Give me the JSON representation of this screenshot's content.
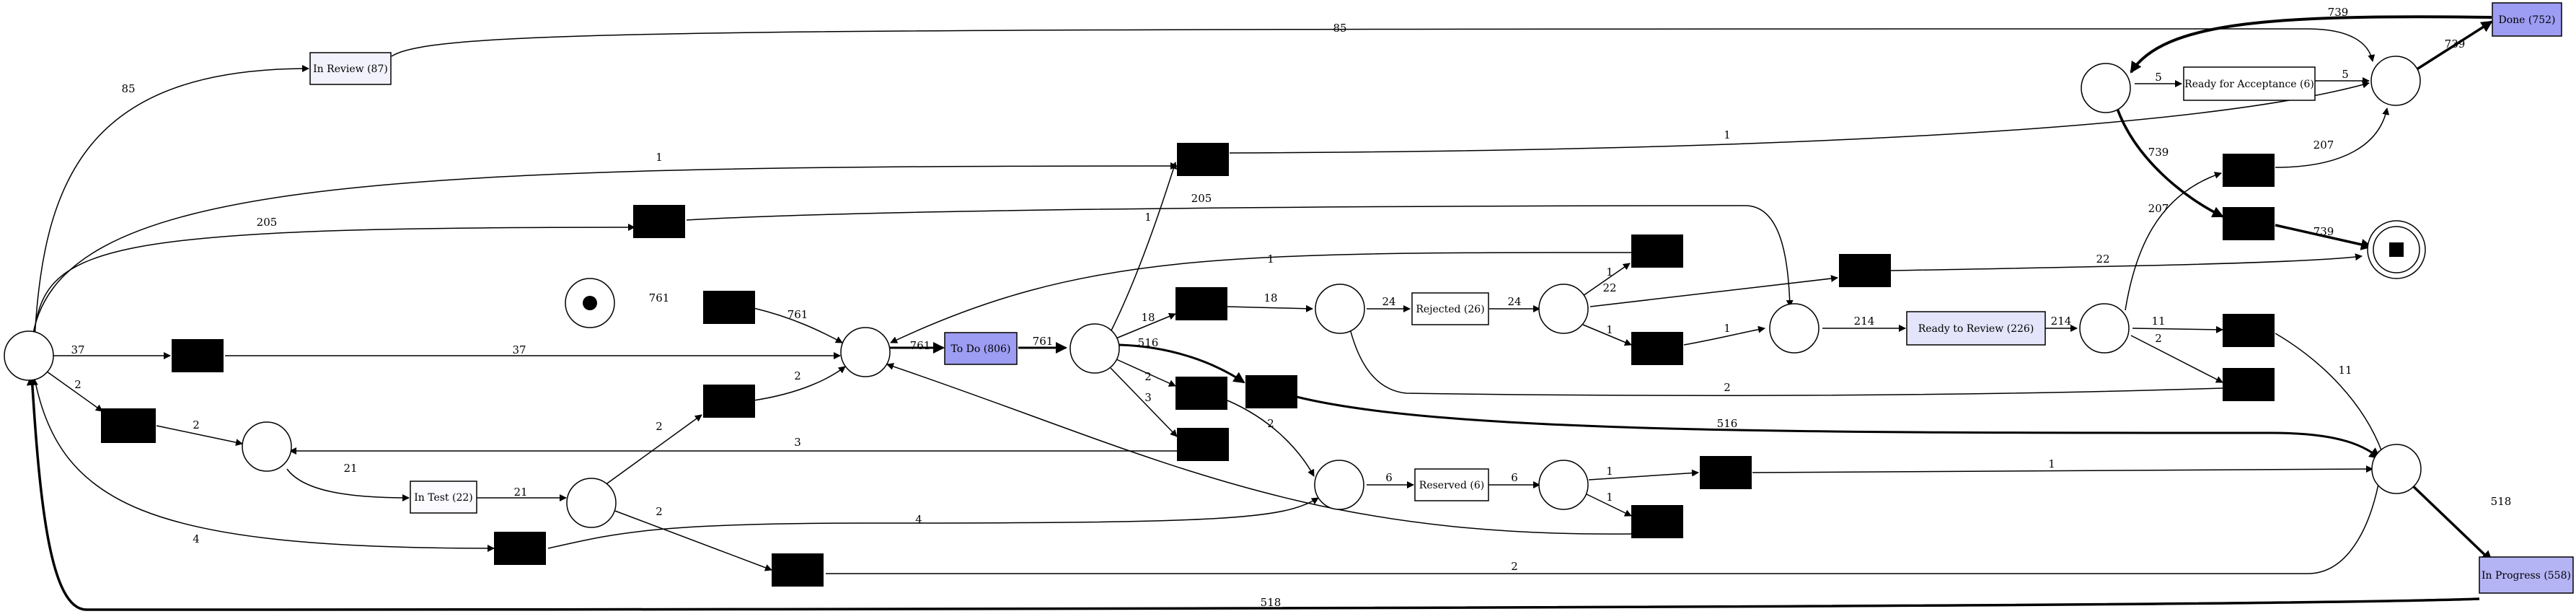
{
  "boxes": [
    {
      "id": "inreview",
      "label": "In Review (87)",
      "fill": "#f2f2fc"
    },
    {
      "id": "todo",
      "label": "To Do (806)",
      "fill": "#9d9df3"
    },
    {
      "id": "intest",
      "label": "In Test (22)",
      "fill": "#fafaff"
    },
    {
      "id": "rejected",
      "label": "Rejected (26)",
      "fill": "#ffffff"
    },
    {
      "id": "reserved",
      "label": "Reserved (6)",
      "fill": "#ffffff"
    },
    {
      "id": "readyreview",
      "label": "Ready to Review (226)",
      "fill": "#e4e4fa"
    },
    {
      "id": "readyaccept",
      "label": "Ready for Acceptance (6)",
      "fill": "#ffffff"
    },
    {
      "id": "done",
      "label": "Done (752)",
      "fill": "#9d9df3"
    },
    {
      "id": "inprogress",
      "label": "In Progress (558)",
      "fill": "#b4b4f5"
    }
  ],
  "edge_labels": [
    {
      "id": "a",
      "text": "85"
    },
    {
      "id": "b",
      "text": "85"
    },
    {
      "id": "c",
      "text": "1"
    },
    {
      "id": "d",
      "text": "1"
    },
    {
      "id": "e",
      "text": "205"
    },
    {
      "id": "f",
      "text": "205"
    },
    {
      "id": "g",
      "text": "761"
    },
    {
      "id": "h",
      "text": "761"
    },
    {
      "id": "i",
      "text": "761"
    },
    {
      "id": "j",
      "text": "761"
    },
    {
      "id": "k",
      "text": "37"
    },
    {
      "id": "l",
      "text": "37"
    },
    {
      "id": "m",
      "text": "2"
    },
    {
      "id": "n",
      "text": "2"
    },
    {
      "id": "o",
      "text": "21"
    },
    {
      "id": "p",
      "text": "21"
    },
    {
      "id": "q",
      "text": "2"
    },
    {
      "id": "r",
      "text": "2"
    },
    {
      "id": "s",
      "text": "3"
    },
    {
      "id": "t",
      "text": "4"
    },
    {
      "id": "u",
      "text": "4"
    },
    {
      "id": "v",
      "text": "2"
    },
    {
      "id": "w",
      "text": "2"
    },
    {
      "id": "x",
      "text": "518"
    },
    {
      "id": "y",
      "text": "518"
    },
    {
      "id": "z",
      "text": "1"
    },
    {
      "id": "aa",
      "text": "18"
    },
    {
      "id": "ab",
      "text": "18"
    },
    {
      "id": "ac",
      "text": "516"
    },
    {
      "id": "ad",
      "text": "516"
    },
    {
      "id": "ae",
      "text": "2"
    },
    {
      "id": "af",
      "text": "2"
    },
    {
      "id": "ag",
      "text": "3"
    },
    {
      "id": "ah",
      "text": "1"
    },
    {
      "id": "ai",
      "text": "24"
    },
    {
      "id": "aj",
      "text": "24"
    },
    {
      "id": "ak",
      "text": "1"
    },
    {
      "id": "al",
      "text": "22"
    },
    {
      "id": "am",
      "text": "22"
    },
    {
      "id": "an",
      "text": "1"
    },
    {
      "id": "ao",
      "text": "1"
    },
    {
      "id": "ap",
      "text": "214"
    },
    {
      "id": "aq",
      "text": "214"
    },
    {
      "id": "ar",
      "text": "2"
    },
    {
      "id": "as",
      "text": "6"
    },
    {
      "id": "at",
      "text": "6"
    },
    {
      "id": "au",
      "text": "1"
    },
    {
      "id": "av",
      "text": "1"
    },
    {
      "id": "aw",
      "text": "1"
    },
    {
      "id": "ax",
      "text": "207"
    },
    {
      "id": "ay",
      "text": "207"
    },
    {
      "id": "az",
      "text": "11"
    },
    {
      "id": "ba",
      "text": "11"
    },
    {
      "id": "bb",
      "text": "2"
    },
    {
      "id": "bc",
      "text": "739"
    },
    {
      "id": "bd",
      "text": "739"
    },
    {
      "id": "be",
      "text": "739"
    },
    {
      "id": "bf",
      "text": "739"
    },
    {
      "id": "bg",
      "text": "5"
    },
    {
      "id": "bh",
      "text": "5"
    }
  ]
}
